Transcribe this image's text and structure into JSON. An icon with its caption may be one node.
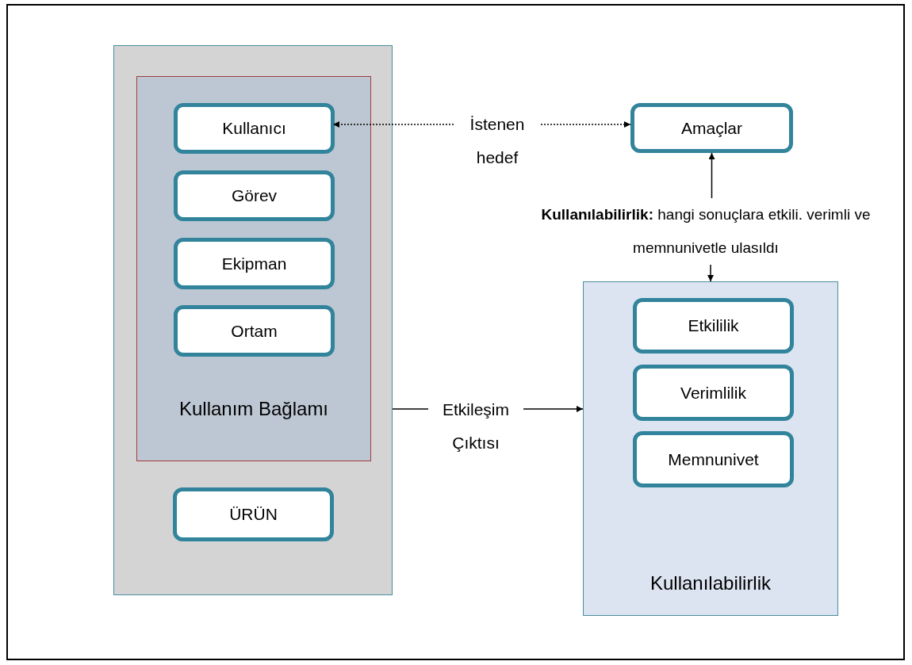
{
  "diagram": {
    "nodes": [
      {
        "text": [],
        "shape": "box"
      },
      {
        "text": [
          "Kullanım Bağlamı"
        ],
        "in": 0
      },
      {
        "text": [
          "Kullanıcı"
        ],
        "in": 1
      },
      {
        "text": [
          "Görev"
        ],
        "in": 1
      },
      {
        "text": [
          "Ekipman"
        ],
        "in": 1
      },
      {
        "text": [
          "Ortam"
        ],
        "in": 1
      },
      {
        "text": [
          "ÜRÜN"
        ],
        "in": 0
      },
      {
        "text": [
          "İstenen hedef"
        ]
      },
      {
        "text": [
          "Amaçlar"
        ]
      },
      {
        "text": [
          "**Kullanılabilirlik:** hangi sonuçlara etkili. verimli ve memnunivetle ulasıldı"
        ]
      },
      {
        "text": [
          "Kullanılabilirlik"
        ]
      },
      {
        "text": [
          "Etkililik"
        ],
        "in": 10
      },
      {
        "text": [
          "Verimlilik"
        ],
        "in": 10
      },
      {
        "text": [
          "Memnunivet"
        ],
        "in": 10
      },
      {
        "text": [
          "Etkileşim Çıktısı"
        ]
      }
    ],
    "edges": [
      {
        "from": 7,
        "to": 2,
        "arrow": "to",
        "style": "dashed"
      },
      {
        "from": 7,
        "to": 8,
        "arrow": "to",
        "style": "dashed"
      },
      {
        "from": 9,
        "to": 8,
        "arrow": "to"
      },
      {
        "from": 9,
        "to": 10,
        "arrow": "to"
      },
      {
        "from": 0,
        "to": 14,
        "arrow": "none"
      },
      {
        "from": 14,
        "to": 10,
        "arrow": "to"
      }
    ]
  }
}
